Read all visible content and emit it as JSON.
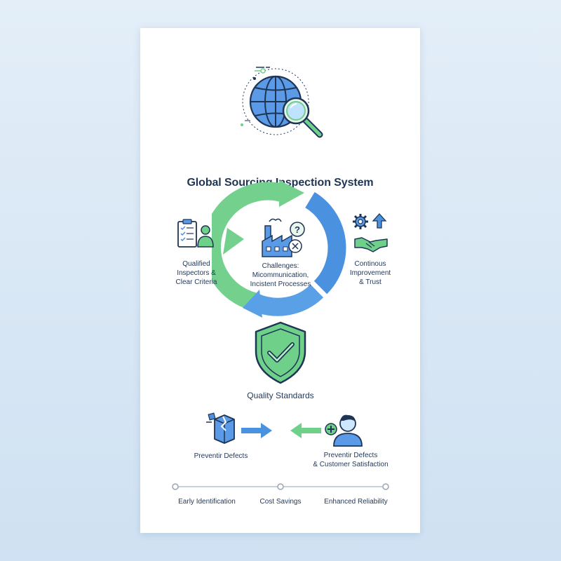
{
  "title": "Global Sourcing Inspection System",
  "cycle": {
    "left_label": [
      "Qualified",
      "Inspectors &",
      "Clear Criteria"
    ],
    "center_label": [
      "Challenges:",
      "Micommunication,",
      "Incistent Processes"
    ],
    "right_label": [
      "Continous",
      "Improvement",
      "& Trust"
    ]
  },
  "quality": {
    "label": "Quality Standards"
  },
  "flow": {
    "left_label": "Preventir Defects",
    "right_label": [
      "Preventir Defects",
      "& Customer Satisfaction"
    ]
  },
  "timeline": {
    "steps": [
      "Early Identification",
      "Cost Savings",
      "Enhanced Reliability"
    ]
  },
  "colors": {
    "green": "#6fd08a",
    "blue": "#4a92e0",
    "navy": "#1f3556",
    "background": "#dbe8f5"
  },
  "icons": [
    "globe-icon",
    "magnifier-icon",
    "factory-icon",
    "question-icon",
    "x-icon",
    "clipboard-icon",
    "inspector-icon",
    "gear-icon",
    "arrow-up-icon",
    "handshake-icon",
    "shield-check-icon",
    "damaged-box-icon",
    "arrow-right-icon",
    "arrow-left-icon",
    "customer-icon",
    "plus-icon"
  ]
}
